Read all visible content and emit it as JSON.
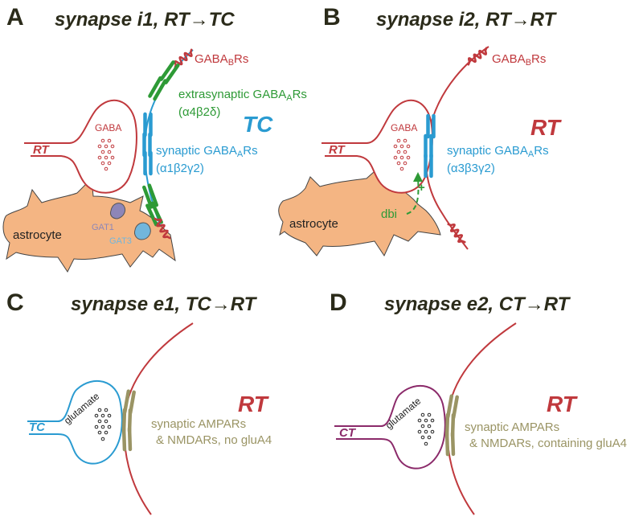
{
  "colors": {
    "rt": "#c0393d",
    "tc": "#2a9bd1",
    "ct": "#8b2a6a",
    "gabaa_ext": "#2e9a36",
    "ampa": "#9a9464",
    "astrocyte": "#f4b583",
    "gat1": "#8d86b8",
    "gat3": "#72b6dc",
    "title": "#2b2b1a"
  },
  "icons": [
    "astrocyte-shape",
    "presynaptic-terminal",
    "vesicle-dots",
    "gabab-receptor-icon",
    "gabaa-receptor-icon",
    "ampa-nmda-receptor-icon",
    "gat1-transporter-icon",
    "gat3-transporter-icon"
  ],
  "panel_a": {
    "letter": "A",
    "title": "synapse i1, RT→TC",
    "terminal_label": "RT",
    "vesicle_label": "GABA",
    "postsynaptic_label": "TC",
    "gabab": {
      "main": "GABA",
      "sub": "B",
      "tail": "Rs"
    },
    "extrasynaptic": {
      "prefix": "extrasynaptic GABA",
      "sub": "A",
      "tail": "Rs",
      "subunits": "(α4β2δ)"
    },
    "synaptic": {
      "prefix": "synaptic GABA",
      "sub": "A",
      "tail": "Rs",
      "subunits": "(α1β2γ2)"
    },
    "astrocyte_label": "astrocyte",
    "gat1_label": "GAT1",
    "gat3_label": "GAT3"
  },
  "panel_b": {
    "letter": "B",
    "title": "synapse i2, RT→RT",
    "terminal_label": "RT",
    "vesicle_label": "GABA",
    "postsynaptic_label": "RT",
    "gabab": {
      "main": "GABA",
      "sub": "B",
      "tail": "Rs"
    },
    "synaptic": {
      "prefix": "synaptic GABA",
      "sub": "A",
      "tail": "Rs",
      "subunits": "(α3β3γ2)"
    },
    "astrocyte_label": "astrocyte",
    "dbi_label": "dbi",
    "plus_label": "+"
  },
  "panel_c": {
    "letter": "C",
    "title": "synapse e1, TC→RT",
    "terminal_label": "TC",
    "vesicle_label": "glutamate",
    "postsynaptic_label": "RT",
    "receptor_line1": "synaptic AMPARs",
    "receptor_line2": "& NMDARs, no gluA4"
  },
  "panel_d": {
    "letter": "D",
    "title": "synapse e2, CT→RT",
    "terminal_label": "CT",
    "vesicle_label": "glutamate",
    "postsynaptic_label": "RT",
    "receptor_line1": "synaptic AMPARs",
    "receptor_line2": "& NMDARs, containing gluA4"
  }
}
